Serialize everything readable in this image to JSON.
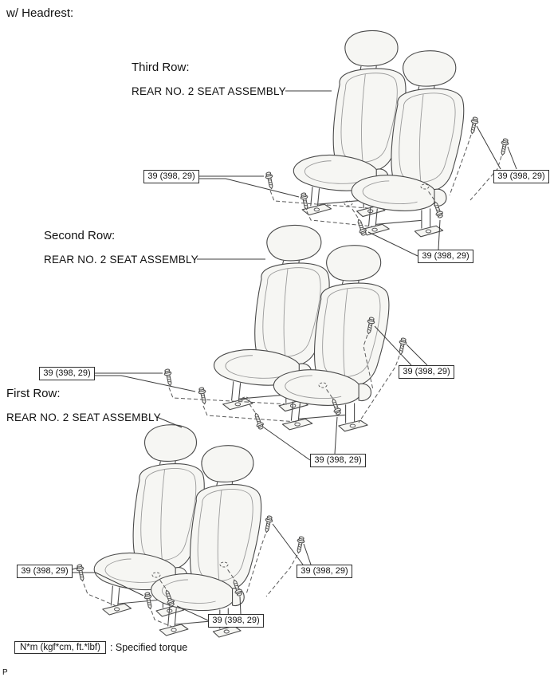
{
  "title": "w/ Headrest:",
  "page_marker": "P",
  "torque_note": {
    "box_label": "N*m (kgf*cm, ft.*lbf)",
    "suffix": ": Specified torque"
  },
  "sections": [
    {
      "row_label": "Third Row:",
      "assembly_label": "REAR NO. 2 SEAT ASSEMBLY",
      "callouts": [
        "39 (398, 29)",
        "39 (398, 29)",
        "39 (398, 29)"
      ]
    },
    {
      "row_label": "Second Row:",
      "assembly_label": "REAR NO. 2 SEAT ASSEMBLY",
      "callouts": [
        "39 (398, 29)",
        "39 (398, 29)",
        "39 (398, 29)"
      ]
    },
    {
      "row_label": "First Row:",
      "assembly_label": "REAR NO. 2 SEAT ASSEMBLY",
      "callouts": [
        "39 (398, 29)",
        "39 (398, 29)",
        "39 (398, 29)"
      ]
    }
  ]
}
